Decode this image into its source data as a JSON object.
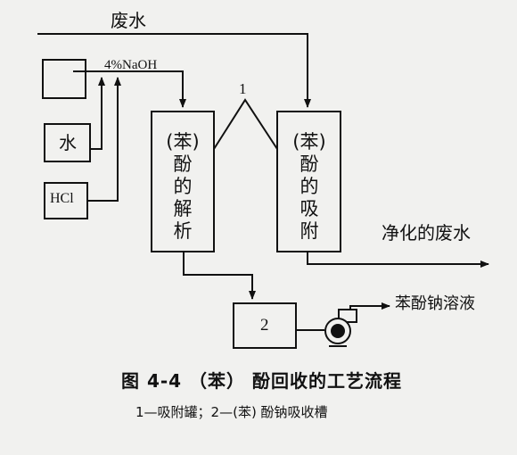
{
  "labels": {
    "wastewater": "废水",
    "naoh": "4%NaOH",
    "water": "水",
    "hcl": "HCl",
    "callout_1": "1",
    "callout_2": "2",
    "purified_wastewater": "净化的废水",
    "sodium_phenolate_solution": "苯酚钠溶液"
  },
  "columns": {
    "desorption": [
      "(苯)",
      "酚",
      "的",
      "解",
      "析"
    ],
    "adsorption": [
      "(苯)",
      "酚",
      "的",
      "吸",
      "附"
    ]
  },
  "caption": {
    "title": "图 4-4  （苯） 酚回收的工艺流程",
    "legend": "1—吸附罐；2—(苯) 酚钠吸收槽"
  }
}
